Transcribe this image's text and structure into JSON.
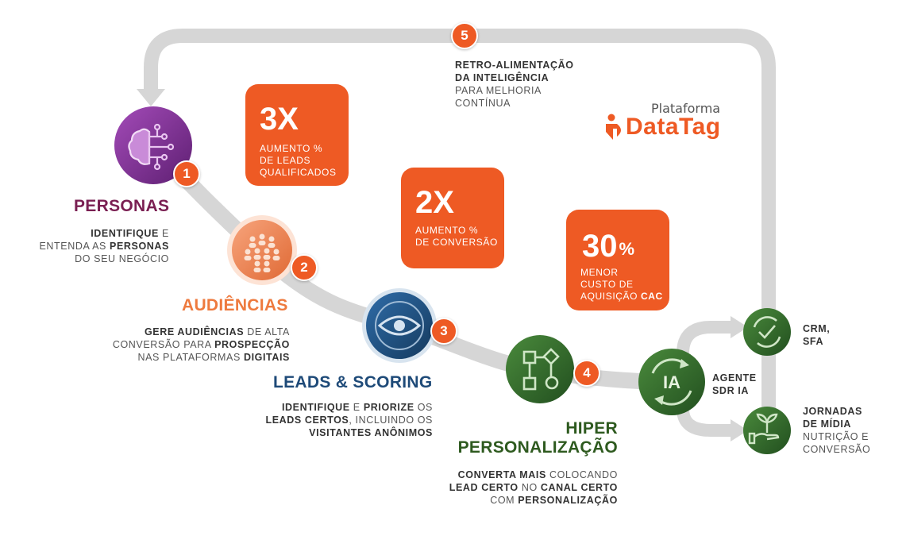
{
  "colors": {
    "accent": "#ee5a24",
    "purple": "#7d2f8f",
    "orange_light": "#f08a5d",
    "blue": "#1f4e79",
    "green": "#2f6b2a",
    "path": "#d4d4d4",
    "text": "#555555"
  },
  "brand": {
    "prefix": "Plataforma",
    "name": "DataTag"
  },
  "feedback": {
    "step": "5",
    "line1": "RETRO-ALIMENTAÇÃO",
    "line2": "DA INTELIGÊNCIA",
    "line3": "PARA MELHORIA",
    "line4": "CONTÍNUA"
  },
  "steps": [
    {
      "num": "1",
      "title": "PERSONAS",
      "icon": "brain-circuit-icon",
      "desc": [
        [
          {
            "t": "IDENTIFIQUE",
            "b": true
          },
          {
            "t": " E",
            "b": false
          }
        ],
        [
          {
            "t": "ENTENDA AS ",
            "b": false
          },
          {
            "t": "PERSONAS",
            "b": true
          }
        ],
        [
          {
            "t": "DO SEU NEGÓCIO",
            "b": false
          }
        ]
      ]
    },
    {
      "num": "2",
      "title": "AUDIÊNCIAS",
      "icon": "people-group-icon",
      "desc": [
        [
          {
            "t": "GERE AUDIÊNCIAS",
            "b": true
          },
          {
            "t": " DE ALTA",
            "b": false
          }
        ],
        [
          {
            "t": "CONVERSÃO PARA ",
            "b": false
          },
          {
            "t": "PROSPECÇÃO",
            "b": true
          }
        ],
        [
          {
            "t": "NAS PLATAFORMAS ",
            "b": false
          },
          {
            "t": "DIGITAIS",
            "b": true
          }
        ]
      ]
    },
    {
      "num": "3",
      "title": "LEADS & SCORING",
      "icon": "eye-icon",
      "desc": [
        [
          {
            "t": "IDENTIFIQUE",
            "b": true
          },
          {
            "t": " E ",
            "b": false
          },
          {
            "t": "PRIORIZE",
            "b": true
          },
          {
            "t": " OS",
            "b": false
          }
        ],
        [
          {
            "t": "LEADS CERTOS",
            "b": true
          },
          {
            "t": ", INCLUINDO OS",
            "b": false
          }
        ],
        [
          {
            "t": "VISITANTES ANÔNIMOS",
            "b": true
          }
        ]
      ]
    },
    {
      "num": "4",
      "title_line1": "HIPER",
      "title_line2": "PERSONALIZAÇÃO",
      "icon": "workflow-shapes-icon",
      "desc": [
        [
          {
            "t": "CONVERTA MAIS",
            "b": true
          },
          {
            "t": " COLOCANDO",
            "b": false
          }
        ],
        [
          {
            "t": "LEAD CERTO",
            "b": true
          },
          {
            "t": " NO ",
            "b": false
          },
          {
            "t": "CANAL CERTO",
            "b": true
          }
        ],
        [
          {
            "t": "COM ",
            "b": false
          },
          {
            "t": "PERSONALIZAÇÃO",
            "b": true
          }
        ]
      ]
    }
  ],
  "stats": [
    {
      "value": "3X",
      "lines": [
        [
          {
            "t": "AUMENTO %",
            "b": false
          }
        ],
        [
          {
            "t": "DE LEADS",
            "b": false
          }
        ],
        [
          {
            "t": "QUALIFICADOS",
            "b": false
          }
        ]
      ]
    },
    {
      "value": "2X",
      "lines": [
        [
          {
            "t": "AUMENTO %",
            "b": false
          }
        ],
        [
          {
            "t": "DE CONVERSÃO",
            "b": false
          }
        ]
      ]
    },
    {
      "value": "30",
      "suffix": "%",
      "lines": [
        [
          {
            "t": "MENOR",
            "b": false
          }
        ],
        [
          {
            "t": "CUSTO DE",
            "b": false
          }
        ],
        [
          {
            "t": "AQUISIÇÃO ",
            "b": false
          },
          {
            "t": "CAC",
            "b": true
          }
        ]
      ]
    }
  ],
  "agent": {
    "icon_text": "IA",
    "label_line1": "AGENTE",
    "label_line2": "SDR IA"
  },
  "outputs": [
    {
      "icon": "check-cycle-icon",
      "lines": [
        [
          {
            "t": "CRM,",
            "b": true
          }
        ],
        [
          {
            "t": "SFA",
            "b": true
          }
        ]
      ]
    },
    {
      "icon": "plant-hand-icon",
      "lines": [
        [
          {
            "t": "JORNADAS",
            "b": true
          }
        ],
        [
          {
            "t": "DE MÍDIA",
            "b": true
          }
        ],
        [
          {
            "t": "NUTRIÇÃO E",
            "b": false
          }
        ],
        [
          {
            "t": "CONVERSÃO",
            "b": false
          }
        ]
      ]
    }
  ]
}
